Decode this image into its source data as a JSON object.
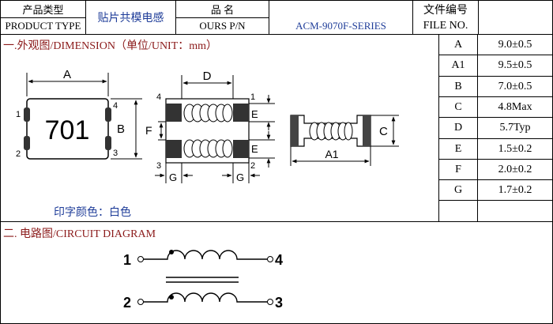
{
  "header": {
    "product_type_cn": "产品类型",
    "product_type_en": "PRODUCT TYPE",
    "product_type_value": "贴片共模电感",
    "pn_cn": "品 名",
    "pn_en": "OURS P/N",
    "pn_value": "ACM-9070F-SERIES",
    "file_no_cn": "文件编号",
    "file_no_en": "FILE NO.",
    "file_no_value": ""
  },
  "dimension_section": {
    "title": "一.外观图/DIMENSION（单位/UNIT：mm）",
    "marking": "701",
    "print_color": "印字颜色：白色",
    "front_labels": {
      "a": "A",
      "b": "B",
      "pin1": "1",
      "pin2": "2",
      "pin3": "3",
      "pin4": "4"
    },
    "top_labels": {
      "d": "D",
      "e_top": "E",
      "e_bottom": "E",
      "f": "F",
      "g_left": "G",
      "g_right": "G",
      "pin1": "1",
      "pin2": "2",
      "pin3": "3",
      "pin4": "4"
    },
    "side_labels": {
      "a1": "A1",
      "c": "C"
    }
  },
  "dim_table": {
    "rows": [
      {
        "key": "A",
        "value": "9.0±0.5"
      },
      {
        "key": "A1",
        "value": "9.5±0.5"
      },
      {
        "key": "B",
        "value": "7.0±0.5"
      },
      {
        "key": "C",
        "value": "4.8Max"
      },
      {
        "key": "D",
        "value": "5.7Typ"
      },
      {
        "key": "E",
        "value": "1.5±0.2"
      },
      {
        "key": "F",
        "value": "2.0±0.2"
      },
      {
        "key": "G",
        "value": "1.7±0.2"
      },
      {
        "key": "",
        "value": ""
      }
    ]
  },
  "circuit_section": {
    "title": "二. 电路图/CIRCUIT DIAGRAM",
    "pins": {
      "p1": "1",
      "p2": "2",
      "p3": "3",
      "p4": "4"
    }
  },
  "colors": {
    "text_blue": "#1f3d99",
    "text_red": "#8b1a1a",
    "border": "#000000"
  }
}
